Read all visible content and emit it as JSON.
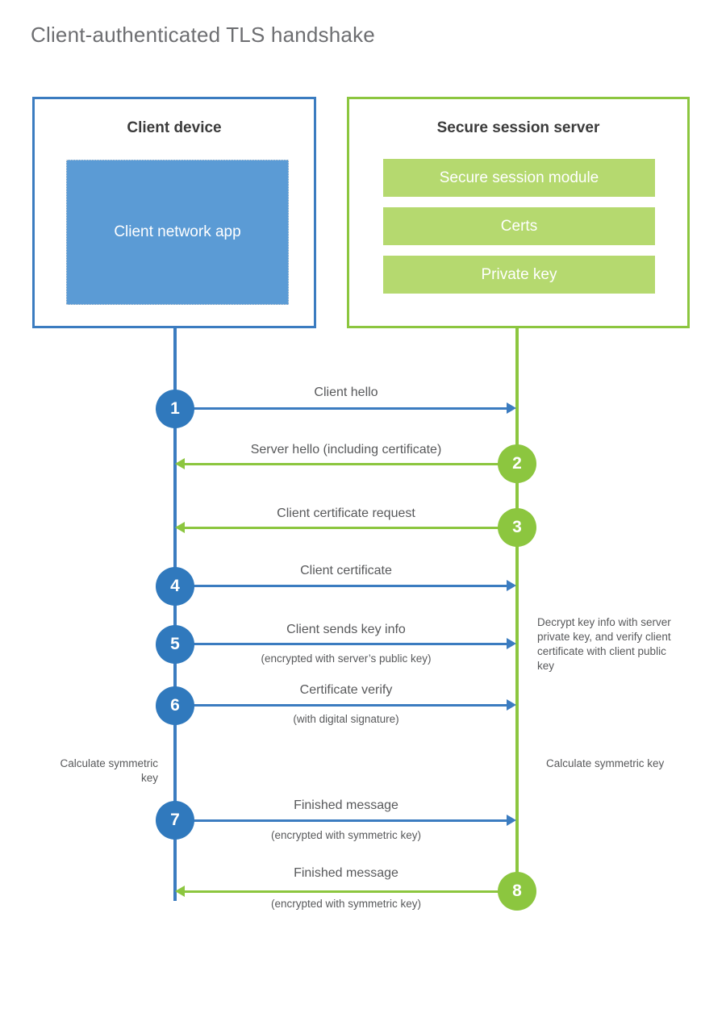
{
  "page": {
    "title": "Client-authenticated TLS handshake",
    "background": "#ffffff"
  },
  "colors": {
    "client_blue": "#3b7cc0",
    "client_circle_blue": "#3079bd",
    "client_app_fill": "#5b9bd5",
    "server_green": "#8cc63f",
    "server_bar_fill": "#b5d96f",
    "text_gray": "#58595b",
    "title_gray": "#6d6e71"
  },
  "parties": {
    "client": {
      "title": "Client device",
      "component": "Client network app"
    },
    "server": {
      "title": "Secure session server",
      "components": [
        "Secure session module",
        "Certs",
        "Private key"
      ]
    }
  },
  "steps": [
    {
      "number": "1",
      "label": "Client hello",
      "sublabel": "",
      "direction": "client-to-server",
      "side": "client",
      "color": "blue"
    },
    {
      "number": "2",
      "label": "Server hello (including certificate)",
      "sublabel": "",
      "direction": "server-to-client",
      "side": "server",
      "color": "green"
    },
    {
      "number": "3",
      "label": "Client certificate request",
      "sublabel": "",
      "direction": "server-to-client",
      "side": "server",
      "color": "green"
    },
    {
      "number": "4",
      "label": "Client certificate",
      "sublabel": "",
      "direction": "client-to-server",
      "side": "client",
      "color": "blue"
    },
    {
      "number": "5",
      "label": "Client sends key info",
      "sublabel": "(encrypted with server’s public key)",
      "direction": "client-to-server",
      "side": "client",
      "color": "blue"
    },
    {
      "number": "6",
      "label": "Certificate verify",
      "sublabel": "(with digital signature)",
      "direction": "client-to-server",
      "side": "client",
      "color": "blue"
    },
    {
      "number": "7",
      "label": "Finished message",
      "sublabel": "(encrypted with symmetric key)",
      "direction": "client-to-server",
      "side": "client",
      "color": "blue"
    },
    {
      "number": "8",
      "label": "Finished message",
      "sublabel": "(encrypted with symmetric key)",
      "direction": "server-to-client",
      "side": "server",
      "color": "green"
    }
  ],
  "notes": {
    "server_decrypt": "Decrypt key info with server private key, and verify client certificate with client public key",
    "client_calculate": "Calculate symmetric key",
    "server_calculate": "Calculate symmetric key"
  }
}
